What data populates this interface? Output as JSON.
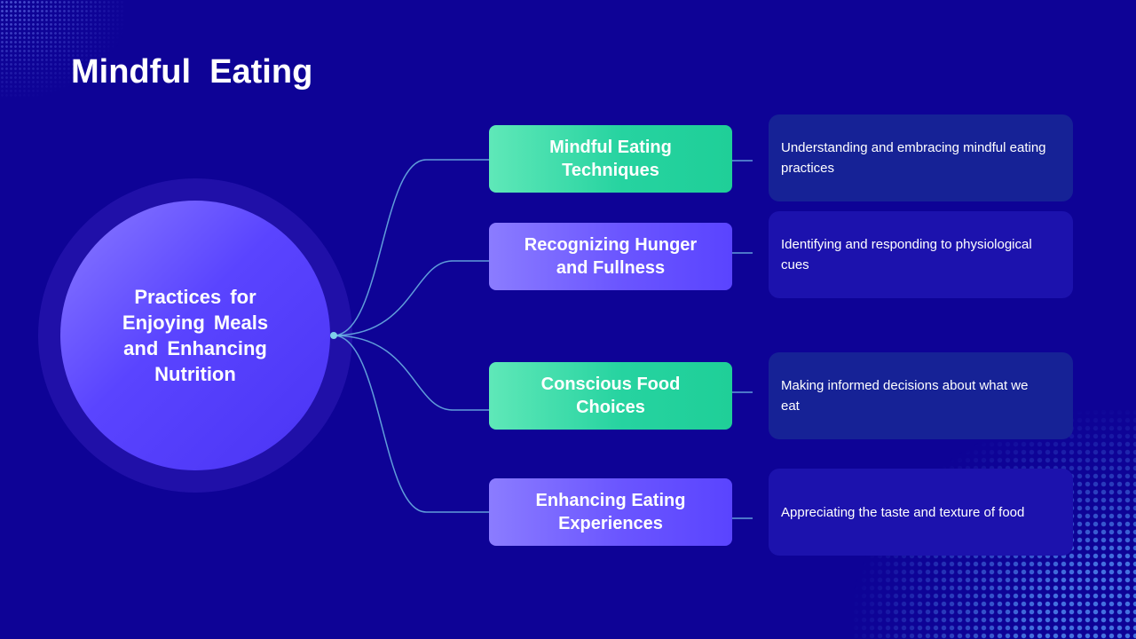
{
  "slide": {
    "title": "Mindful  Eating",
    "hub": "Practices  for Enjoying  Meals and  Enhancing Nutrition",
    "items": [
      {
        "label": "Mindful Eating Techniques",
        "description": "Understanding and embracing mindful eating practices",
        "color": "#26d3a0"
      },
      {
        "label": "Recognizing Hunger and Fullness",
        "description": "Identifying and responding to physiological cues",
        "color": "#6a55ff"
      },
      {
        "label": "Conscious Food Choices",
        "description": "Making informed decisions about what we eat",
        "color": "#26d3a0"
      },
      {
        "label": "Enhancing Eating Experiences",
        "description": "Appreciating the taste and texture of food",
        "color": "#6a55ff"
      }
    ]
  },
  "colors": {
    "background": "#0e0396",
    "connector": "#6fb8e6"
  }
}
